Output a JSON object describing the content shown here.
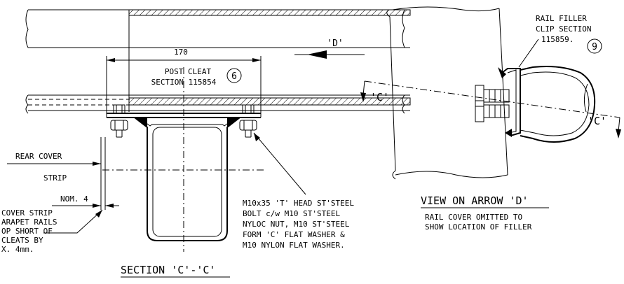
{
  "section_view": {
    "dimension_170": "170",
    "post_cleat_line1": "POST CLEAT",
    "post_cleat_line2": "SECTION 115854",
    "post_cleat_item": "6",
    "view_arrow_label": "'D'",
    "rear_cover": "REAR COVER",
    "strip": "STRIP",
    "nom": "NOM. 4",
    "left_note": [
      "COVER STRIP",
      "ARAPET RAILS",
      "OP SHORT OF",
      "CLEATS BY",
      "X. 4mm."
    ],
    "bolt_note": [
      "M10x35 'T' HEAD ST'STEEL",
      "BOLT c/w M10 ST'STEEL",
      "NYLOC NUT, M10 ST'STEEL",
      "FORM 'C' FLAT WASHER &",
      "M10 NYLON FLAT WASHER."
    ],
    "title": "SECTION 'C'-'C'"
  },
  "arrow_view": {
    "rail_filler_line1": "RAIL FILLER",
    "rail_filler_line2": "CLIP SECTION",
    "rail_filler_line3": "115859.",
    "rail_filler_item": "9",
    "section_mark_left": "'C'",
    "section_mark_right": "'C'",
    "title": "VIEW ON ARROW 'D'",
    "note_line1": "RAIL COVER OMITTED TO",
    "note_line2": "SHOW LOCATION OF FILLER"
  }
}
